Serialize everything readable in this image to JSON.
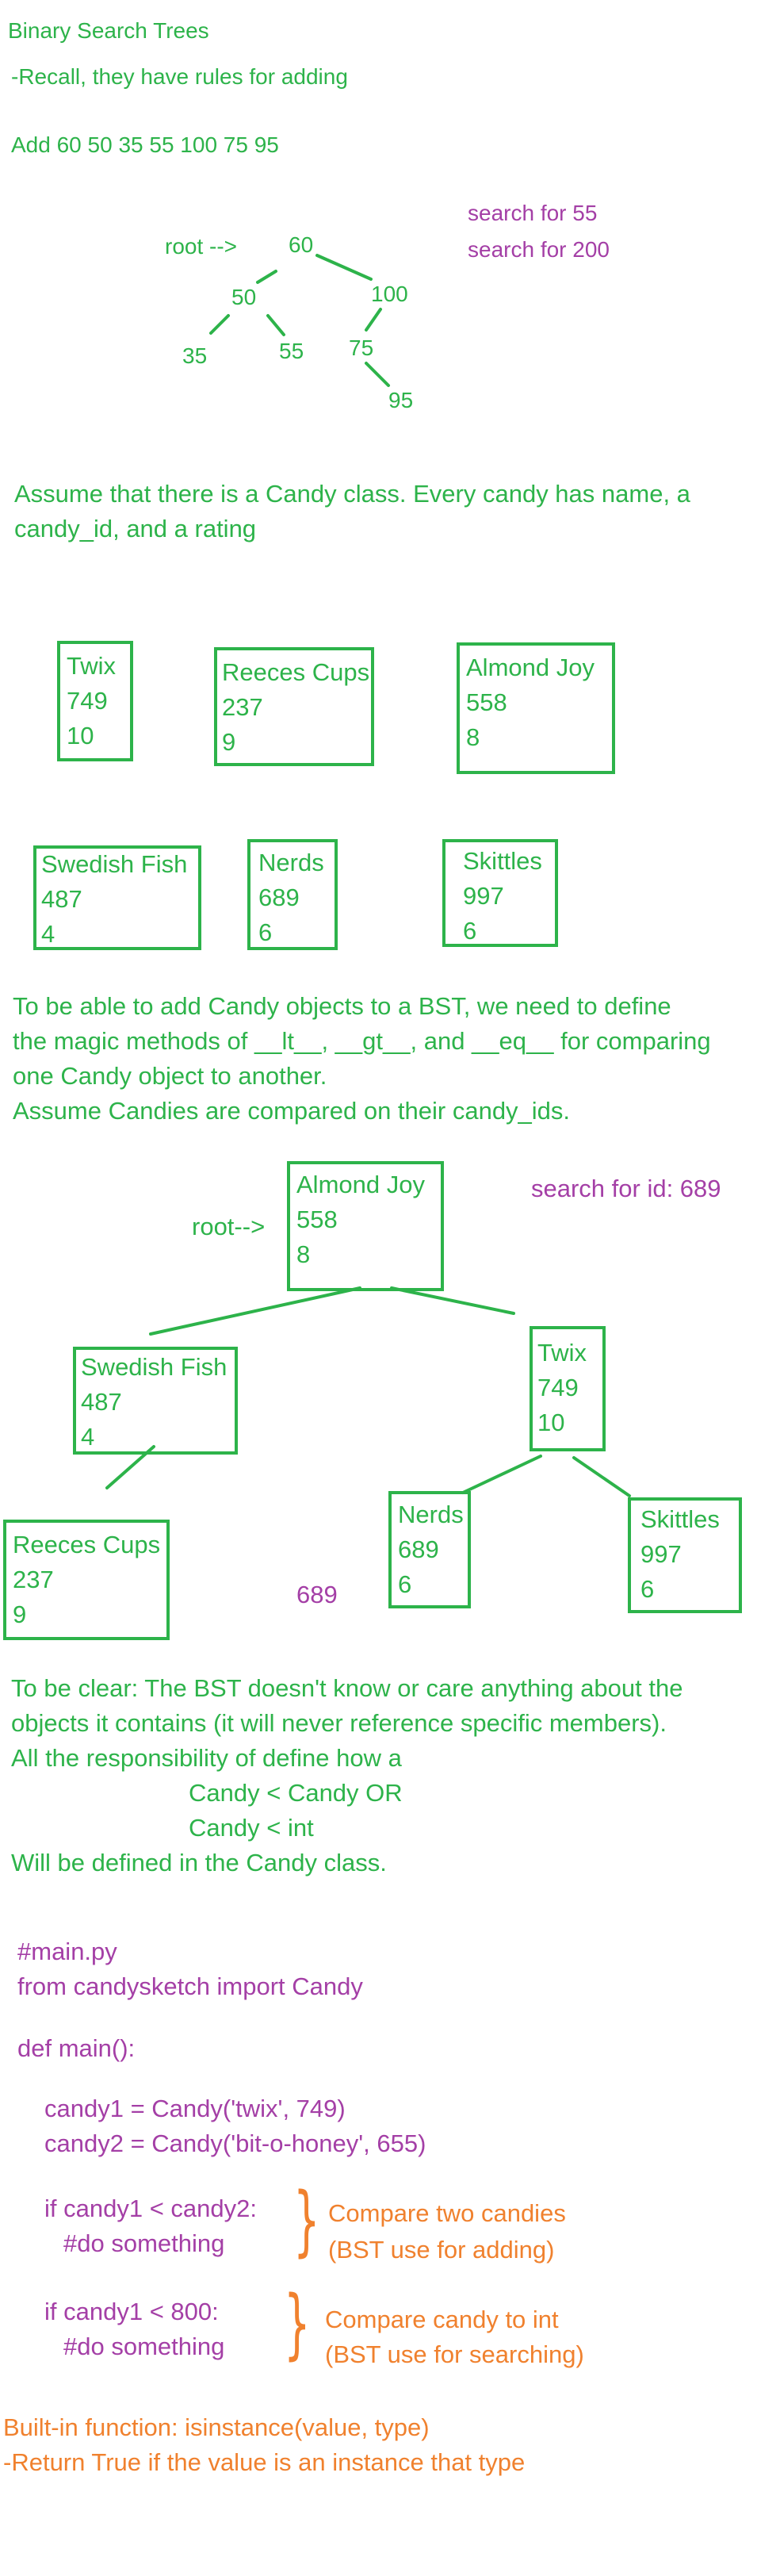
{
  "section1": {
    "title": "Binary Search Trees",
    "recall": "-Recall, they have rules for adding",
    "add_line": "Add 60 50 35 55 100 75 95",
    "search_notes": [
      "search for 55",
      "search for 200"
    ],
    "root_label": "root -->",
    "nodes": [
      "60",
      "50",
      "100",
      "35",
      "55",
      "75",
      "95"
    ]
  },
  "section2": {
    "intro_lines": [
      "Assume that there is a Candy class. Every candy has name, a",
      "candy_id, and a rating"
    ],
    "candies": [
      {
        "name": "Twix",
        "id": "749",
        "rating": "10"
      },
      {
        "name": "Reeces Cups",
        "id": "237",
        "rating": "9"
      },
      {
        "name": "Almond Joy",
        "id": "558",
        "rating": "8"
      },
      {
        "name": "Swedish Fish",
        "id": "487",
        "rating": "4"
      },
      {
        "name": "Nerds",
        "id": "689",
        "rating": "6"
      },
      {
        "name": "Skittles",
        "id": "997",
        "rating": "6"
      }
    ]
  },
  "section3": {
    "lines": [
      "To be able to add Candy objects to a BST, we need to define",
      "the magic methods of __lt__, __gt__, and __eq__ for comparing",
      "one Candy object to another.",
      "Assume Candies are compared on their candy_ids."
    ],
    "root_label": "root-->",
    "search_note": "search for id: 689",
    "search_value": "689",
    "tree_nodes": [
      {
        "name": "Almond Joy",
        "id": "558",
        "rating": "8"
      },
      {
        "name": "Swedish Fish",
        "id": "487",
        "rating": "4"
      },
      {
        "name": "Twix",
        "id": "749",
        "rating": "10"
      },
      {
        "name": "Reeces Cups",
        "id": "237",
        "rating": "9"
      },
      {
        "name": "Nerds",
        "id": "689",
        "rating": "6"
      },
      {
        "name": "Skittles",
        "id": "997",
        "rating": "6"
      }
    ]
  },
  "section4": {
    "lines": [
      "To be clear: The BST doesn't know or care anything about the",
      "objects it contains (it will never reference specific members).",
      "All the responsibility of define how a",
      "Candy < Candy OR",
      "Candy < int",
      "Will be defined in the Candy class."
    ]
  },
  "code": {
    "lines": [
      "#main.py",
      "from candysketch import Candy",
      "def main():",
      "candy1 = Candy('twix', 749)",
      "candy2 = Candy('bit-o-honey', 655)",
      "if candy1 < candy2:",
      "#do something",
      "if candy1 < 800:",
      "#do something"
    ],
    "notes": [
      "Compare two candies",
      "(BST use for adding)",
      "Compare candy to int",
      "(BST use for searching)"
    ]
  },
  "footer": {
    "lines": [
      "Built-in function: isinstance(value, type)",
      "-Return True if the value is an instance that type"
    ]
  },
  "colors": {
    "green": "#2db34a",
    "purple": "#a43fa6",
    "orange": "#f0812e"
  }
}
